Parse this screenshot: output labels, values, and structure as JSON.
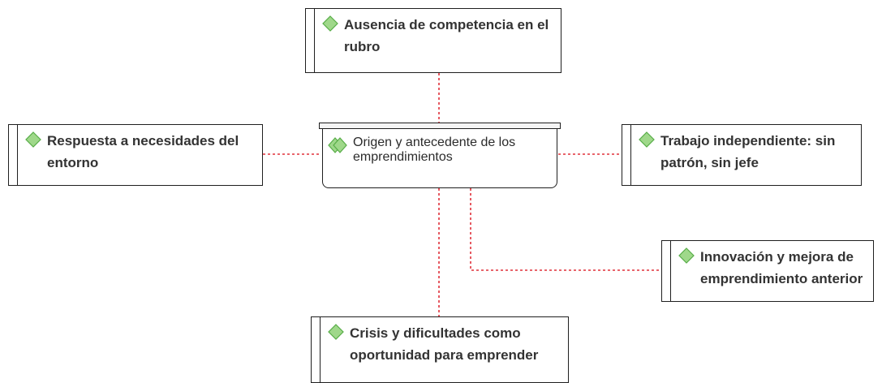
{
  "colors": {
    "connector": "#e0303a",
    "diamond_fill": "#9fd88a",
    "diamond_stroke": "#58ad48"
  },
  "core": {
    "label": "Origen y antecedente de los emprendimientos",
    "icon": "double-diamond-icon"
  },
  "codes": [
    {
      "id": "ausencia",
      "label": "Ausencia de competencia en el rubro",
      "icon": "diamond-icon"
    },
    {
      "id": "respuesta",
      "label": "Respuesta a necesidades del entorno",
      "icon": "diamond-icon"
    },
    {
      "id": "trabajo",
      "label": "Trabajo independiente: sin patrón, sin jefe",
      "icon": "diamond-icon"
    },
    {
      "id": "innovacion",
      "label": "Innovación y mejora de emprendimiento anterior",
      "icon": "diamond-icon"
    },
    {
      "id": "crisis",
      "label": "Crisis y dificultades como oportunidad para emprender",
      "icon": "diamond-icon"
    }
  ]
}
